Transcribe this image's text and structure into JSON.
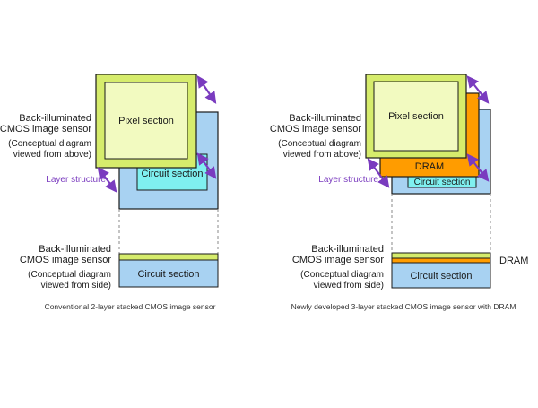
{
  "left": {
    "top_label_line1": "Back-illuminated",
    "top_label_line2": "CMOS image sensor",
    "top_sub_line1": "(Conceptual diagram",
    "top_sub_line2": "viewed from above)",
    "layer_structure": "Layer structure",
    "pixel_section": "Pixel section",
    "circuit_section": "Circuit section",
    "side_label_line1": "Back-illuminated",
    "side_label_line2": "CMOS image sensor",
    "side_sub_line1": "(Conceptual diagram",
    "side_sub_line2": "viewed from side)",
    "side_circuit_section": "Circuit section",
    "caption": "Conventional 2-layer stacked CMOS image sensor"
  },
  "right": {
    "top_label_line1": "Back-illuminated",
    "top_label_line2": "CMOS image sensor",
    "top_sub_line1": "(Conceptual diagram",
    "top_sub_line2": "viewed from above)",
    "layer_structure": "Layer structure",
    "pixel_section": "Pixel section",
    "dram": "DRAM",
    "circuit_section": "Circuit section",
    "side_label_line1": "Back-illuminated",
    "side_label_line2": "CMOS image sensor",
    "side_sub_line1": "(Conceptual diagram",
    "side_sub_line2": "viewed from side)",
    "side_dram": "DRAM",
    "side_circuit_section": "Circuit section",
    "caption": "Newly developed 3-layer stacked CMOS image sensor with DRAM"
  },
  "colors": {
    "pixel_outer": "#d6ec6c",
    "pixel_inner": "#f2fac0",
    "circuit_blue": "#a8d2f2",
    "circuit_cyan": "#7ff0f0",
    "dram_orange": "#ff9c00",
    "border": "#1a1a1a",
    "arrow": "#7a3bbf",
    "text": "#1a1a1a",
    "caption_text": "#333333"
  }
}
